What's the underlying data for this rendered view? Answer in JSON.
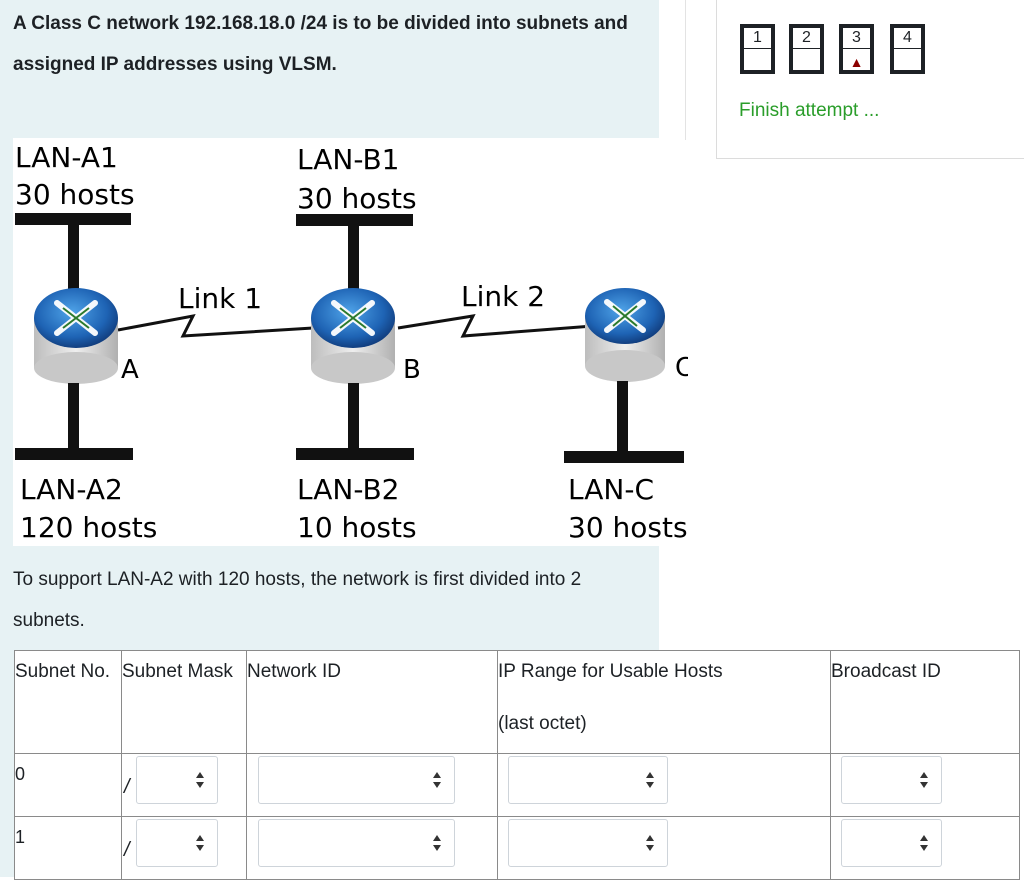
{
  "question": {
    "title": "A Class C network 192.168.18.0 /24 is to be divided into subnets and assigned IP addresses using VLSM.",
    "text": "To support LAN-A2 with 120 hosts, the network is first divided into 2 subnets."
  },
  "diagram": {
    "lan_a1": {
      "name": "LAN-A1",
      "hosts": "30 hosts"
    },
    "lan_b1": {
      "name": "LAN-B1",
      "hosts": "30 hosts"
    },
    "lan_a2": {
      "name": "LAN-A2",
      "hosts": "120 hosts"
    },
    "lan_b2": {
      "name": "LAN-B2",
      "hosts": "10 hosts"
    },
    "lan_c": {
      "name": "LAN-C",
      "hosts": "30 hosts"
    },
    "link1": "Link 1",
    "link2": "Link 2",
    "router_a": "A",
    "router_b": "B",
    "router_c": "C"
  },
  "navigation": {
    "buttons": [
      {
        "label": "1",
        "flagged": false
      },
      {
        "label": "2",
        "flagged": false
      },
      {
        "label": "3",
        "flagged": true
      },
      {
        "label": "4",
        "flagged": false
      }
    ],
    "flag_glyph": "▲",
    "finish_label": "Finish attempt ..."
  },
  "table": {
    "headers": {
      "subnet_no": "Subnet No.",
      "subnet_mask": "Subnet Mask",
      "network_id": "Network ID",
      "ip_range": "IP Range for Usable Hosts",
      "ip_range_sub": "(last octet)",
      "broadcast": "Broadcast ID"
    },
    "slash": "/",
    "rows": [
      {
        "no": "0"
      },
      {
        "no": "1"
      }
    ]
  },
  "colors": {
    "panel_bg": "#e7f2f4",
    "finish_link": "#2a9d2a",
    "flag": "#8b0000",
    "router_blue": "#1e63b4"
  }
}
